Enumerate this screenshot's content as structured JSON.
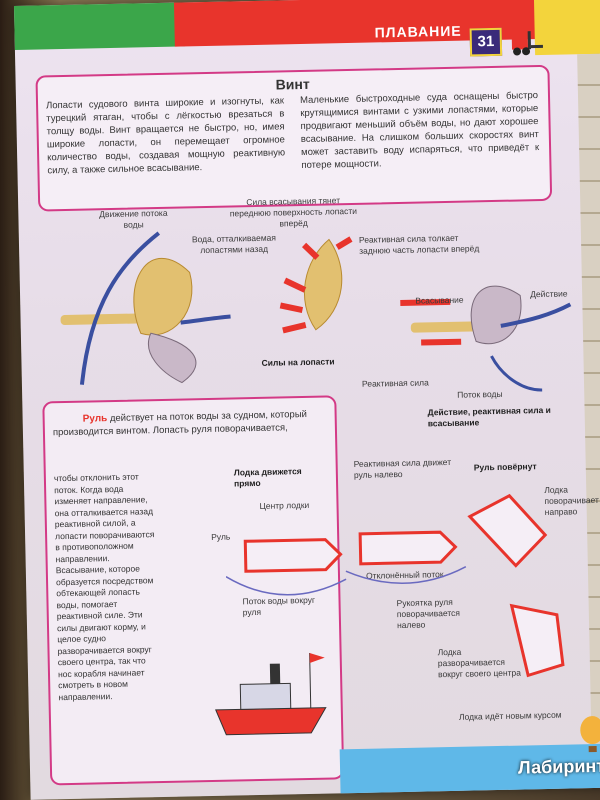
{
  "header": {
    "section": "ПЛАВАНИЕ",
    "page_number": "31"
  },
  "propeller": {
    "title": "Винт",
    "left_text": "Лопасти судового винта широкие и изогнуты, как турецкий ятаган, чтобы с лёгкостью врезаться в толщу воды. Винт вращается не быстро, но, имея широкие лопасти, он перемещает огромное количество воды, создавая мощную реактивную силу, а также сильное всасывание.",
    "right_text": "Маленькие быстроходные суда оснащены быстро крутящимися винтами с узкими лопастями, которые продвигают меньший объём воды, но дают хорошее всасывание. На слишком больших скоростях винт может заставить воду испаряться, что приведёт к потере мощности."
  },
  "forces": {
    "flow_motion": "Движение потока воды",
    "pushed_water": "Вода, отталкиваемая лопастями назад",
    "suction_force": "Сила всасывания тянет переднюю поверхность лопасти вперёд",
    "reactive_force": "Реактивная сила толкает заднюю часть лопасти вперёд",
    "blade_forces": "Силы на лопасти",
    "suction": "Всасывание",
    "action": "Действие",
    "reactive": "Реактивная сила",
    "water_flow": "Поток воды",
    "summary": "Действие, реактивная сила и всасывание"
  },
  "rudder": {
    "title": "Руль",
    "intro": "действует на поток воды за судном, который производится винтом. Лопасть руля поворачивается,",
    "column": "чтобы отклонить этот поток. Когда вода изменяет направление, она отталкивается назад реактивной силой, а лопасти поворачиваются в противоположном направлении. Всасывание, которое образуется посредством обтекающей лопасть воды, помогает реактивной силе. Эти силы двигают корму, и целое судно разворачивается вокруг своего центра, так что нос корабля начинает смотреть в новом направлении.",
    "boat_straight": "Лодка движется прямо",
    "boat_center": "Центр лодки",
    "rudder_label": "Руль",
    "flow_around": "Поток воды вокруг руля",
    "reactive_left": "Реактивная сила движет руль налево",
    "deflected_flow": "Отклонённый поток",
    "rudder_turned": "Руль повёрнут",
    "boat_turns_right": "Лодка поворачивает направо",
    "tiller_left": "Рукоятка руля поворачивается налево",
    "boat_turns_center": "Лодка разворачивается вокруг своего центра",
    "new_course": "Лодка идёт новым курсом"
  },
  "watermark": "Лабиринт",
  "colors": {
    "red": "#e8342c",
    "green": "#3ba64a",
    "yellow": "#f3d43c",
    "magenta": "#d33a86",
    "blue_arrow": "#3a4fa0",
    "blade": "#e2c070"
  },
  "icons": [
    "forklift-icon",
    "propeller-icon",
    "boat-icon",
    "hot-air-balloon-icon"
  ]
}
